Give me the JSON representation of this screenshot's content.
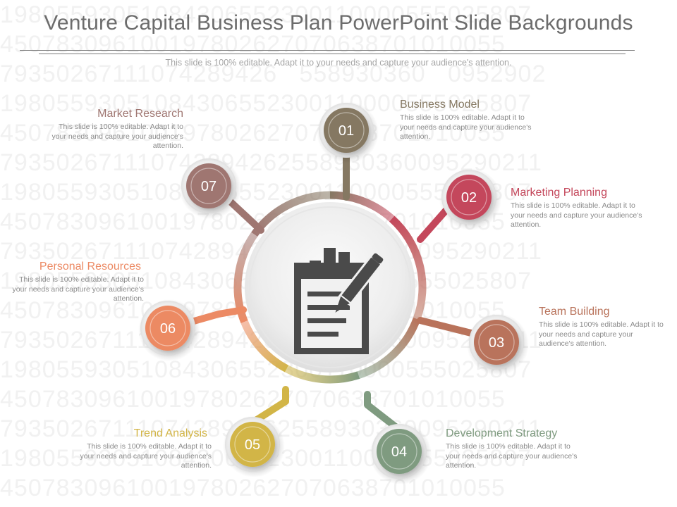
{
  "title": "Venture Capital Business Plan PowerPoint Slide Backgrounds",
  "subtitle": "This slide is 100% editable. Adapt it to your needs and capture your audience's attention.",
  "background_digits": [
    "19805593051084306552300110000555025807",
    "450783096100197802627070638701010055",
    "79350267111074289426   558930360   0952902",
    "19805593051084306552300110000555025807",
    "450783096100197802627070638701010055",
    "793502671110742894262558930360095290211",
    "19805593051084306552300110000555025807",
    "450783096100197802627070638701010055",
    "793502671110742894262558930360095290211",
    "19805593051084306552300110000555025807",
    "450783096100197802627070638701010055",
    "793502671110742894262558930360095290211",
    "19805593051084306552300110000555025807",
    "450783096100197802627070638701010055",
    "793502671110742894262558930360095290211",
    "19805593051084306552300110000555025807",
    "450783096100197802627070638701010055"
  ],
  "steps": [
    {
      "num": "01",
      "heading": "Business Model",
      "desc": "This slide is 100% editable. Adapt it to your needs and capture your audience's attention.",
      "color": "#857862"
    },
    {
      "num": "02",
      "heading": "Marketing Planning",
      "desc": "This slide is 100% editable. Adapt it to your needs and capture your audience's attention.",
      "color": "#c4475b"
    },
    {
      "num": "03",
      "heading": "Team Building",
      "desc": "This slide is 100% editable. Adapt it to your needs and capture your audience's attention.",
      "color": "#b9735b"
    },
    {
      "num": "04",
      "heading": "Development Strategy",
      "desc": "This slide is 100% editable. Adapt it to your needs and capture your audience's attention.",
      "color": "#7f9b80"
    },
    {
      "num": "05",
      "heading": "Trend Analysis",
      "desc": "This slide is 100% editable. Adapt it to your needs and capture your audience's attention.",
      "color": "#d2b547"
    },
    {
      "num": "06",
      "heading": "Personal Resources",
      "desc": "This slide is 100% editable. Adapt it to your needs and capture your audience's attention.",
      "color": "#ec8a64"
    },
    {
      "num": "07",
      "heading": "Market Research",
      "desc": "This slide is 100% editable. Adapt it to your needs and capture your audience's attention.",
      "color": "#9f7671"
    }
  ],
  "center_icon": "notepad-pencil-icon"
}
